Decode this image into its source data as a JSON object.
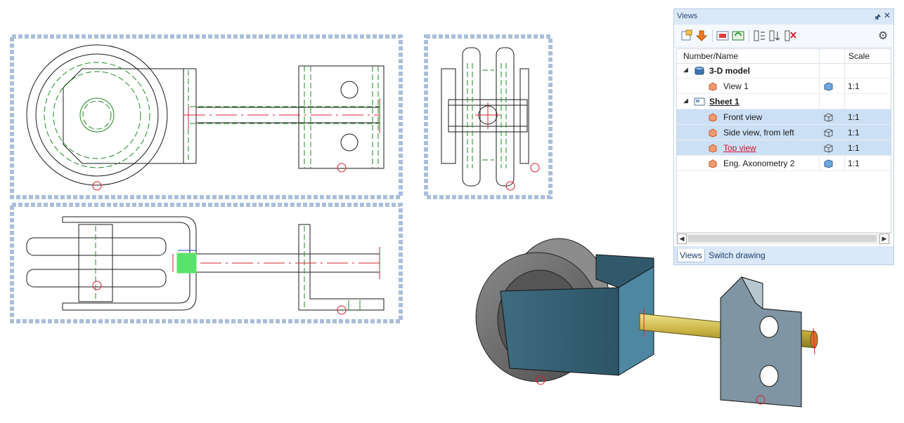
{
  "panel": {
    "title": "Views",
    "pin_icon": "pin-icon",
    "close_icon": "close-icon",
    "toolbar_icons": [
      "new-view-icon",
      "down-arrow-icon",
      "view-image-icon",
      "refresh-icon",
      "list-options-icon",
      "sort-icon",
      "delete-icon"
    ],
    "settings_icon": "gear-icon",
    "columns": [
      "Number/Name",
      "Scale"
    ],
    "rows": [
      {
        "label": "3-D model",
        "type": "group",
        "expanded": true,
        "icon": "model-3d-icon"
      },
      {
        "label": "View 1",
        "scale": "1:1",
        "icon": "view-icon",
        "view_icon": "solid-cube-icon"
      },
      {
        "label": "Sheet 1",
        "type": "group",
        "expanded": true,
        "icon": "sheet-icon"
      },
      {
        "label": "Front view",
        "scale": "1:1",
        "icon": "view-icon",
        "view_icon": "wire-cube-icon",
        "selected": true
      },
      {
        "label": "Side view, from left",
        "scale": "1:1",
        "icon": "view-icon",
        "view_icon": "wire-cube-icon",
        "selected": true
      },
      {
        "label": "Top view",
        "scale": "1:1",
        "icon": "view-icon",
        "view_icon": "wire-cube-icon",
        "selected": true,
        "active": true
      },
      {
        "label": "Eng. Axonometry 2",
        "scale": "1:1",
        "icon": "view-icon",
        "view_icon": "solid-cube-icon"
      }
    ],
    "tabs": [
      "Views",
      "Switch drawing"
    ]
  },
  "colors": {
    "view_border": "#a9bfdc",
    "outline": "#1a1a1a",
    "hidden": "#1f8a1f",
    "centerline": "#d6202f",
    "highlight": "#59e36b",
    "panel_header": "#dbe8f7",
    "row_selected": "#cce0f5",
    "active_text": "#d0112b"
  }
}
